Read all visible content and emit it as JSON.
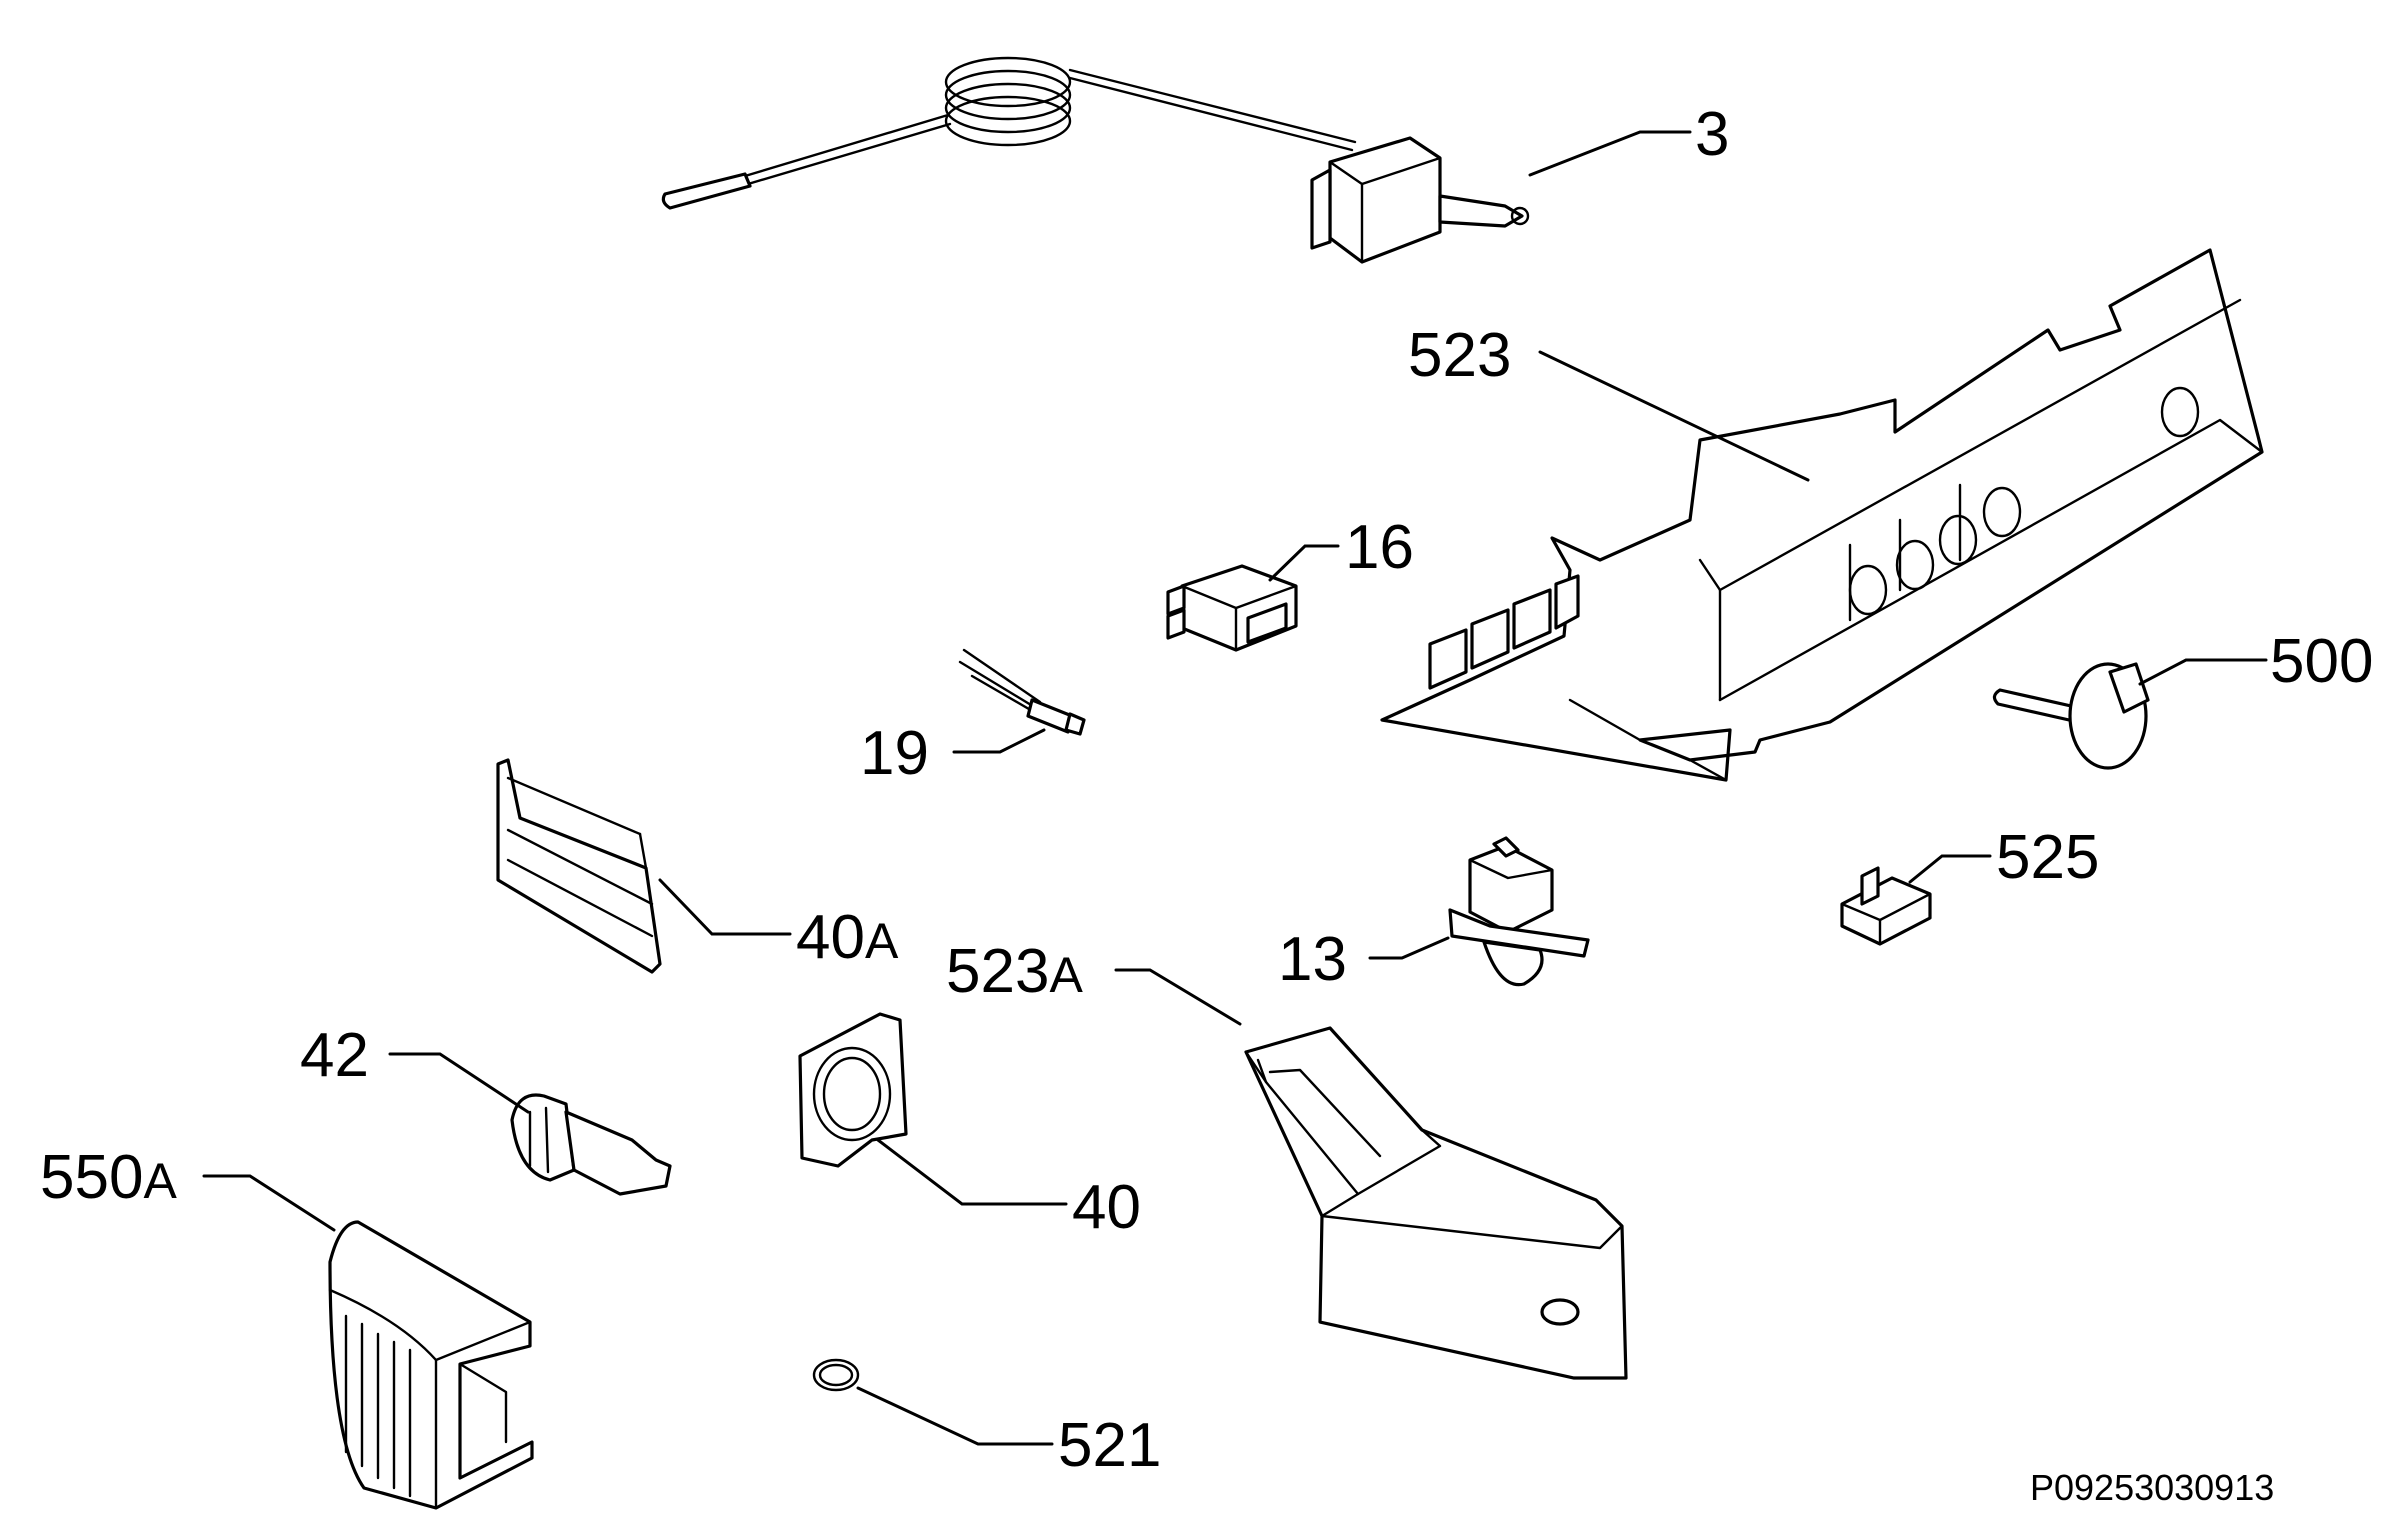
{
  "diagram": {
    "callouts": {
      "c3": {
        "number": "3",
        "suffix": ""
      },
      "c523": {
        "number": "523",
        "suffix": ""
      },
      "c16": {
        "number": "16",
        "suffix": ""
      },
      "c19": {
        "number": "19",
        "suffix": ""
      },
      "c500": {
        "number": "500",
        "suffix": ""
      },
      "c525": {
        "number": "525",
        "suffix": ""
      },
      "c40a": {
        "number": "40",
        "suffix": "A"
      },
      "c523a": {
        "number": "523",
        "suffix": "A"
      },
      "c13": {
        "number": "13",
        "suffix": ""
      },
      "c42": {
        "number": "42",
        "suffix": ""
      },
      "c550a": {
        "number": "550",
        "suffix": "A"
      },
      "c40": {
        "number": "40",
        "suffix": ""
      },
      "c521": {
        "number": "521",
        "suffix": ""
      }
    },
    "reference_code": "P09253030913"
  }
}
